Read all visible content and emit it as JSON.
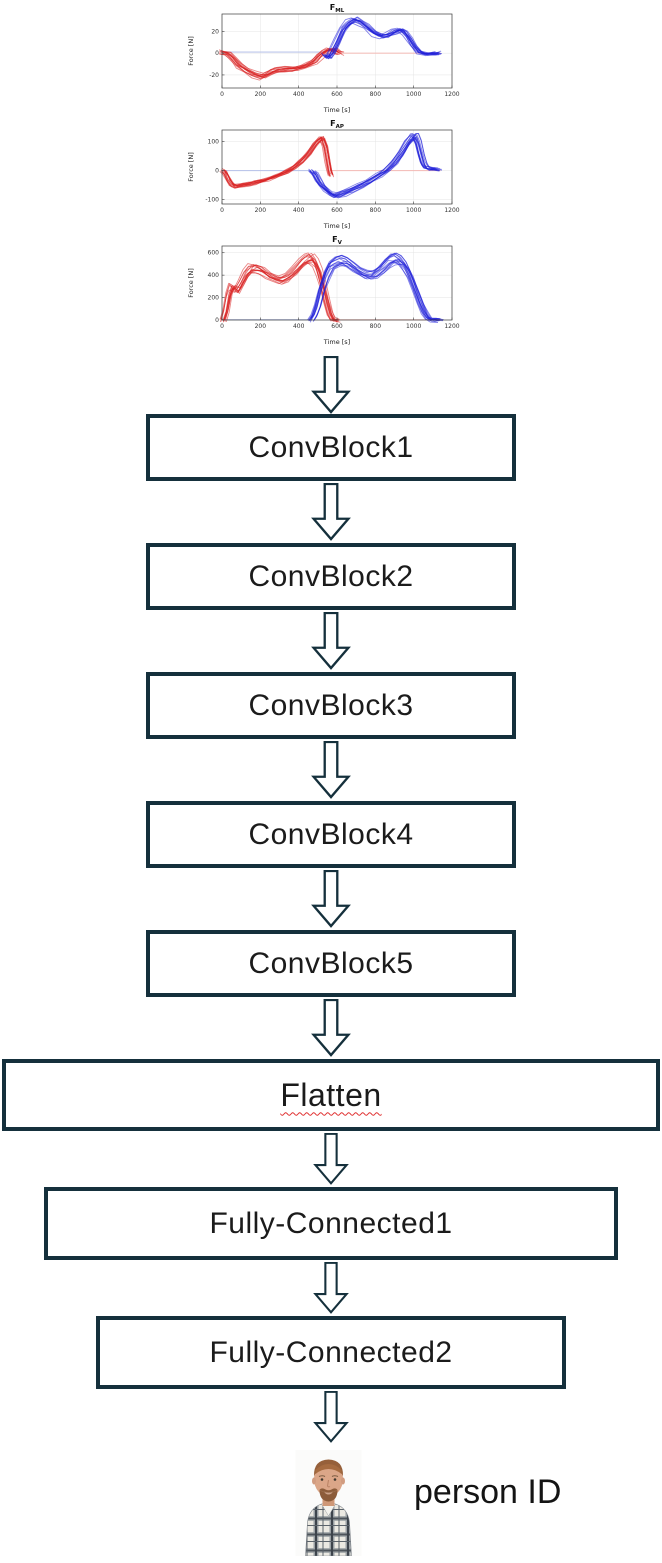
{
  "diagram": {
    "nodes": [
      {
        "id": "convblock1",
        "label": "ConvBlock1"
      },
      {
        "id": "convblock2",
        "label": "ConvBlock2"
      },
      {
        "id": "convblock3",
        "label": "ConvBlock3"
      },
      {
        "id": "convblock4",
        "label": "ConvBlock4"
      },
      {
        "id": "convblock5",
        "label": "ConvBlock5"
      },
      {
        "id": "flatten",
        "label": "Flatten"
      },
      {
        "id": "fc1",
        "label": "Fully-Connected1"
      },
      {
        "id": "fc2",
        "label": "Fully-Connected2"
      }
    ],
    "output": {
      "label": "person ID",
      "image": "male-person-portrait"
    }
  },
  "colors": {
    "node_border": "#15303c",
    "node_fill": "#ffffff",
    "arrow_stroke": "#15303c",
    "arrow_fill": "#ffffff",
    "text": "#1b1b1b",
    "left_foot_red": "#d92020",
    "right_foot_blue": "#1f1fd9",
    "zero_line_blue": "#b9c4ea",
    "zero_line_red": "#f3bdb8",
    "spellcheck_underline": "#e03131"
  },
  "chart_data": [
    {
      "type": "line",
      "title": "F_ML",
      "title_main": "F",
      "title_sub": "ML",
      "xlabel": "Time [s]",
      "ylabel": "Force [N]",
      "xlim": [
        0,
        1200
      ],
      "xticks": [
        0,
        200,
        400,
        600,
        800,
        1000,
        1200
      ],
      "ylim": [
        -32,
        36
      ],
      "yticks": [
        -20,
        0,
        20
      ],
      "grid": true,
      "legend": "none",
      "bundle": 14,
      "series": [
        {
          "name": "right-foot-zero-baseline",
          "color": "#b9c4ea",
          "jitter": false,
          "points": [
            [
              0,
              1
            ],
            [
              540,
              1
            ]
          ]
        },
        {
          "name": "left-foot-zero-baseline",
          "color": "#f3bdb8",
          "jitter": false,
          "points": [
            [
              560,
              0
            ],
            [
              1140,
              0
            ]
          ]
        },
        {
          "name": "left-foot-trials",
          "color": "#d92020",
          "jitter": true,
          "points": [
            [
              0,
              1
            ],
            [
              30,
              0
            ],
            [
              60,
              -5
            ],
            [
              90,
              -11
            ],
            [
              130,
              -16
            ],
            [
              170,
              -20
            ],
            [
              210,
              -22
            ],
            [
              240,
              -20
            ],
            [
              270,
              -17
            ],
            [
              300,
              -16
            ],
            [
              340,
              -15
            ],
            [
              380,
              -15
            ],
            [
              420,
              -13
            ],
            [
              450,
              -11
            ],
            [
              480,
              -8
            ],
            [
              510,
              -3
            ],
            [
              535,
              1
            ],
            [
              560,
              3
            ],
            [
              585,
              3
            ],
            [
              605,
              1
            ],
            [
              620,
              0
            ]
          ]
        },
        {
          "name": "right-foot-trials",
          "color": "#1f1fd9",
          "jitter": true,
          "points": [
            [
              535,
              -2
            ],
            [
              555,
              -4
            ],
            [
              575,
              1
            ],
            [
              600,
              10
            ],
            [
              630,
              21
            ],
            [
              660,
              27
            ],
            [
              690,
              30
            ],
            [
              720,
              28
            ],
            [
              750,
              24
            ],
            [
              790,
              18
            ],
            [
              830,
              15
            ],
            [
              865,
              16
            ],
            [
              900,
              19
            ],
            [
              930,
              21
            ],
            [
              950,
              19
            ],
            [
              975,
              13
            ],
            [
              1000,
              6
            ],
            [
              1025,
              1
            ],
            [
              1060,
              -1
            ],
            [
              1100,
              -1
            ],
            [
              1130,
              0
            ]
          ]
        }
      ]
    },
    {
      "type": "line",
      "title": "F_AP",
      "title_main": "F",
      "title_sub": "AP",
      "xlabel": "Time [s]",
      "ylabel": "Force [N]",
      "xlim": [
        0,
        1200
      ],
      "xticks": [
        0,
        200,
        400,
        600,
        800,
        1000,
        1200
      ],
      "ylim": [
        -115,
        140
      ],
      "yticks": [
        -100,
        0,
        100
      ],
      "grid": true,
      "legend": "none",
      "bundle": 14,
      "series": [
        {
          "name": "right-foot-zero-baseline",
          "color": "#b9c4ea",
          "jitter": false,
          "points": [
            [
              0,
              0
            ],
            [
              465,
              0
            ]
          ]
        },
        {
          "name": "left-foot-zero-baseline",
          "color": "#f3bdb8",
          "jitter": false,
          "points": [
            [
              566,
              0
            ],
            [
              1140,
              0
            ]
          ]
        },
        {
          "name": "left-foot-trials",
          "color": "#d92020",
          "jitter": true,
          "points": [
            [
              0,
              2
            ],
            [
              15,
              -8
            ],
            [
              30,
              -30
            ],
            [
              50,
              -48
            ],
            [
              70,
              -52
            ],
            [
              100,
              -48
            ],
            [
              140,
              -43
            ],
            [
              180,
              -37
            ],
            [
              230,
              -28
            ],
            [
              280,
              -17
            ],
            [
              330,
              -3
            ],
            [
              370,
              12
            ],
            [
              410,
              32
            ],
            [
              450,
              62
            ],
            [
              480,
              88
            ],
            [
              505,
              106
            ],
            [
              520,
              108
            ],
            [
              535,
              82
            ],
            [
              548,
              35
            ],
            [
              558,
              0
            ],
            [
              566,
              -14
            ]
          ]
        },
        {
          "name": "right-foot-trials",
          "color": "#1f1fd9",
          "jitter": true,
          "points": [
            [
              468,
              -2
            ],
            [
              485,
              -12
            ],
            [
              505,
              -38
            ],
            [
              520,
              -52
            ],
            [
              545,
              -68
            ],
            [
              575,
              -85
            ],
            [
              600,
              -90
            ],
            [
              630,
              -82
            ],
            [
              670,
              -70
            ],
            [
              720,
              -55
            ],
            [
              770,
              -38
            ],
            [
              820,
              -18
            ],
            [
              860,
              0
            ],
            [
              900,
              25
            ],
            [
              940,
              62
            ],
            [
              970,
              95
            ],
            [
              995,
              115
            ],
            [
              1008,
              118
            ],
            [
              1022,
              98
            ],
            [
              1038,
              55
            ],
            [
              1052,
              22
            ],
            [
              1065,
              10
            ],
            [
              1090,
              4
            ],
            [
              1130,
              2
            ]
          ]
        }
      ]
    },
    {
      "type": "line",
      "title": "F_V",
      "title_main": "F",
      "title_sub": "V",
      "xlabel": "Time [s]",
      "ylabel": "Force [N]",
      "xlim": [
        0,
        1200
      ],
      "xticks": [
        0,
        200,
        400,
        600,
        800,
        1000,
        1200
      ],
      "ylim": [
        0,
        660
      ],
      "yticks": [
        0,
        200,
        400,
        600
      ],
      "grid": true,
      "legend": "none",
      "bundle": 14,
      "series": [
        {
          "name": "right-foot-zero-baseline",
          "color": "#b9c4ea",
          "jitter": false,
          "points": [
            [
              0,
              3
            ],
            [
              465,
              3
            ]
          ]
        },
        {
          "name": "left-foot-zero-baseline",
          "color": "#f3bdb8",
          "jitter": false,
          "points": [
            [
              580,
              2
            ],
            [
              1145,
              2
            ]
          ]
        },
        {
          "name": "left-foot-trials",
          "color": "#d92020",
          "jitter": true,
          "points": [
            [
              5,
              0
            ],
            [
              20,
              80
            ],
            [
              35,
              220
            ],
            [
              50,
              300
            ],
            [
              65,
              285
            ],
            [
              80,
              265
            ],
            [
              100,
              330
            ],
            [
              125,
              410
            ],
            [
              150,
              455
            ],
            [
              175,
              465
            ],
            [
              205,
              445
            ],
            [
              240,
              400
            ],
            [
              275,
              370
            ],
            [
              310,
              360
            ],
            [
              345,
              385
            ],
            [
              380,
              440
            ],
            [
              415,
              505
            ],
            [
              445,
              545
            ],
            [
              465,
              552
            ],
            [
              485,
              515
            ],
            [
              505,
              430
            ],
            [
              525,
              310
            ],
            [
              545,
              170
            ],
            [
              562,
              60
            ],
            [
              578,
              8
            ],
            [
              600,
              0
            ]
          ]
        },
        {
          "name": "right-foot-trials",
          "color": "#1f1fd9",
          "jitter": true,
          "points": [
            [
              465,
              0
            ],
            [
              482,
              40
            ],
            [
              500,
              130
            ],
            [
              520,
              270
            ],
            [
              545,
              400
            ],
            [
              570,
              480
            ],
            [
              600,
              520
            ],
            [
              625,
              532
            ],
            [
              655,
              515
            ],
            [
              690,
              465
            ],
            [
              725,
              420
            ],
            [
              760,
              395
            ],
            [
              795,
              400
            ],
            [
              830,
              445
            ],
            [
              860,
              500
            ],
            [
              885,
              540
            ],
            [
              910,
              548
            ],
            [
              935,
              525
            ],
            [
              960,
              470
            ],
            [
              985,
              385
            ],
            [
              1010,
              275
            ],
            [
              1035,
              160
            ],
            [
              1058,
              65
            ],
            [
              1078,
              15
            ],
            [
              1100,
              2
            ],
            [
              1140,
              0
            ]
          ]
        }
      ]
    }
  ]
}
